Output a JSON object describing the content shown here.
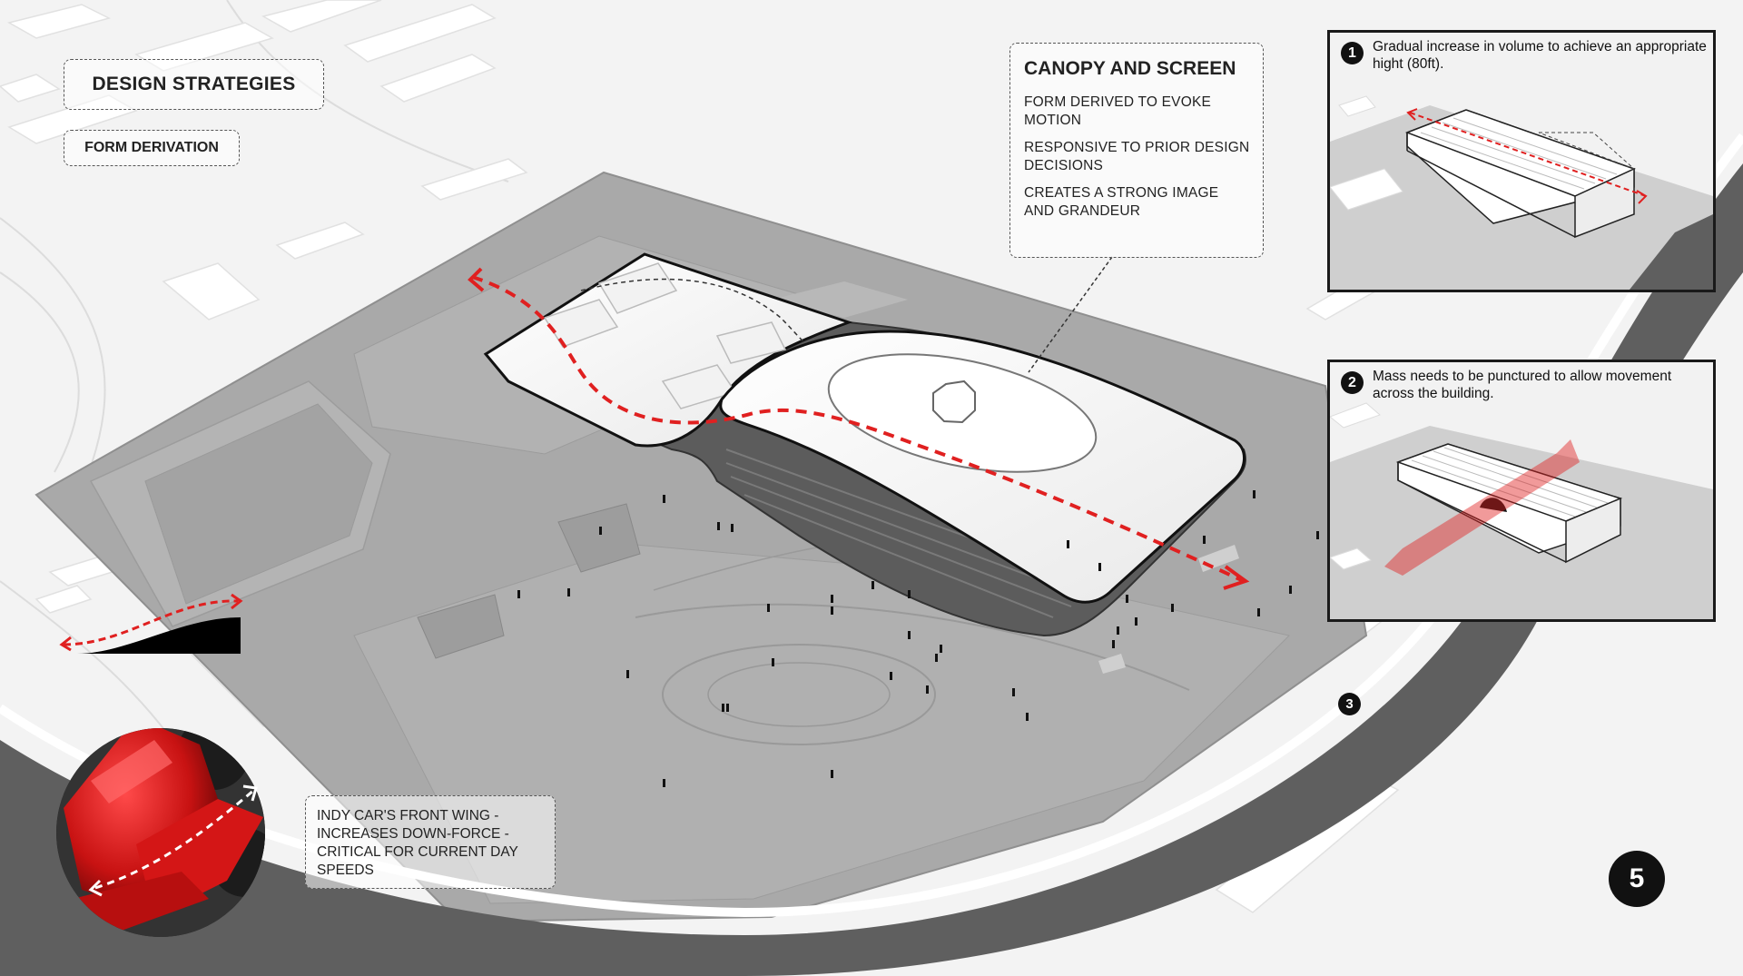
{
  "title": "DESIGN STRATEGIES",
  "subtitle": "FORM DERIVATION",
  "canopy": {
    "heading": "CANOPY AND SCREEN",
    "points": [
      "FORM DERIVED TO EVOKE MOTION",
      "RESPONSIVE TO PRIOR DESIGN DECISIONS",
      "CREATES A STRONG IMAGE AND GRANDEUR"
    ]
  },
  "indy_note": "INDY CAR'S FRONT WING - INCREASES DOWN-FORCE - CRITICAL FOR CURRENT DAY SPEEDS",
  "steps": [
    {
      "number": "1",
      "text": "Gradual increase in volume to achieve an appropriate hight (80ft)."
    },
    {
      "number": "2",
      "text": "Mass needs to be punctured to allow movement across the building."
    },
    {
      "number": "3"
    }
  ],
  "page_number": "5",
  "colors": {
    "accent_red": "#e02020",
    "site_gray": "#a9a9a9",
    "road_dark": "#5f5f5f",
    "panel_border": "#1a1a1a"
  }
}
